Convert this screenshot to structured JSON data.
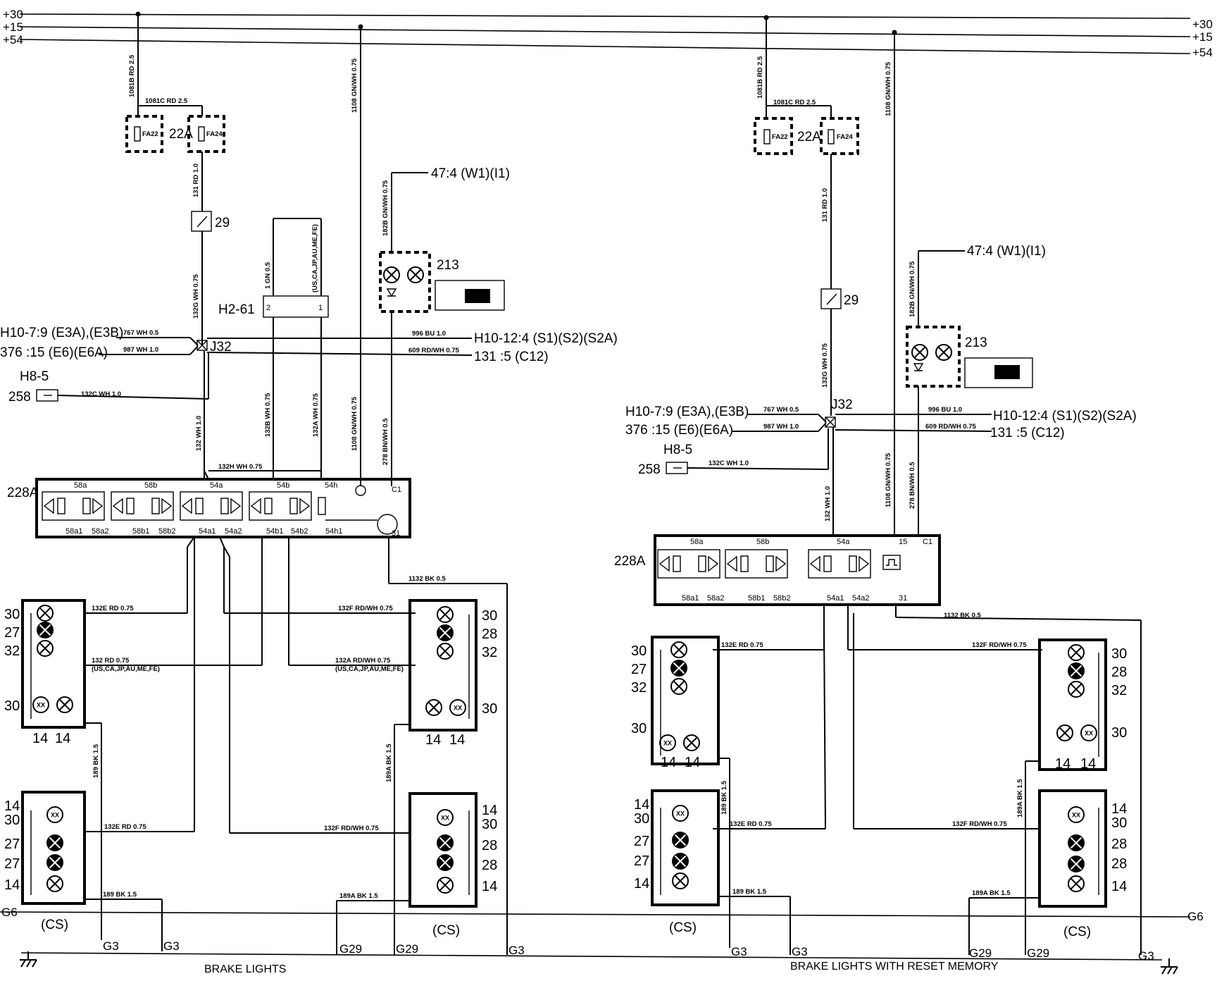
{
  "rails": {
    "r30": "+30",
    "r15": "+15",
    "r54": "+54"
  },
  "titles": {
    "left": "BRAKE LIGHTS",
    "right": "BRAKE LIGHTS WITH RESET MEMORY"
  },
  "grounds": {
    "g6_left": "G6",
    "g6_right": "G6",
    "g3": "G3",
    "g29": "G29"
  },
  "fuses": {
    "fa22": "FA22",
    "fa24": "FA24",
    "rating": "22A"
  },
  "components": {
    "switch": "29",
    "junction": "J32",
    "module": "228A",
    "lamp_unit": "213",
    "connector_h2": "H2-61",
    "connector_h8": "H8-5",
    "ref_258": "258",
    "cs": "(CS)"
  },
  "refs": {
    "h10_7": "H10-7:9 (E3A),(E3B)",
    "h10_7_right": "H10-7:9 (E3A),(E3B)",
    "ref_376": "376 :15 (E6)(E6A)",
    "h10_12": "H10-12:4 (S1)(S2)(S2A)",
    "ref_131": "131 :5 (C12)",
    "ref_47": "47:4 (W1)(I1)"
  },
  "wires": {
    "w1081b": "1081B RD 2.5",
    "w1081c": "1081C RD 2.5",
    "w1108": "1108 GN/WH 0.75",
    "w131": "131 RD 1.0",
    "w132g": "132G WH 0.75",
    "w182b": "182B GN/WH 0.75",
    "w1gn": "1 GN 0.5",
    "w_us": "(US,CA,JP,AU,ME,FE)",
    "w767": "767 WH 0.5",
    "w987": "987 WH 1.0",
    "w996": "996 BU 1.0",
    "w609": "609 RD/WH 0.75",
    "w132c": "132C WH 1.0",
    "w132": "132 WH 1.0",
    "w132b": "132B WH 0.75",
    "w132a": "132A WH 0.75",
    "w132h": "132H WH 0.75",
    "w278": "278 BN/WH 0.5",
    "w1132": "1132 BK 0.5",
    "w132e": "132E RD 0.75",
    "w132f": "132F RD/WH 0.75",
    "w132rd": "132 RD 0.75",
    "w132a_rd": "132A RD/WH 0.75",
    "w189": "189 BK 1.5",
    "w189a": "189A BK 1.5"
  },
  "module_pins": {
    "p58a": "58a",
    "p58b": "58b",
    "p54a": "54a",
    "p54b": "54b",
    "p54h": "54h",
    "p58a1": "58a1",
    "p58a2": "58a2",
    "p58b1": "58b1",
    "p58b2": "58b2",
    "p54a1": "54a1",
    "p54a2": "54a2",
    "p54b1": "54b1",
    "p54b2": "54b2",
    "p54h1": "54h1",
    "c1": "C1",
    "p31": "31",
    "p15": "15"
  },
  "lamp_numbers": {
    "n30": "30",
    "n27": "27",
    "n32": "32",
    "n28": "28",
    "n14": "14"
  }
}
